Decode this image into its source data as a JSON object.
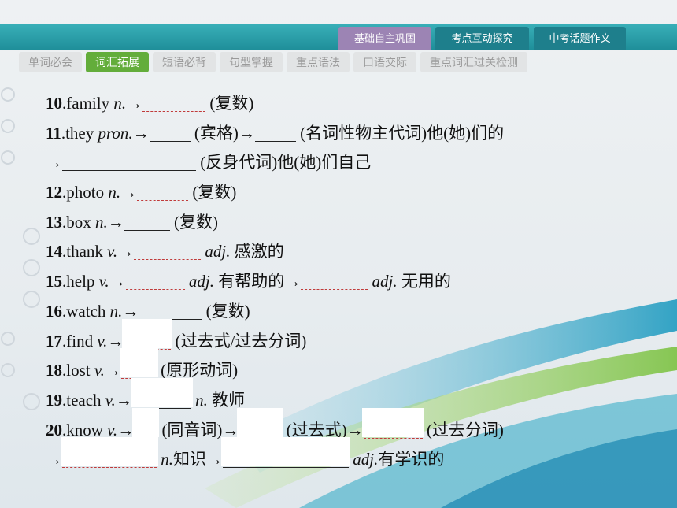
{
  "header": {
    "tabs": [
      "基础自主巩固",
      "考点互动探究",
      "中考话题作文"
    ]
  },
  "subnav": [
    "单词必会",
    "词汇拓展",
    "短语必背",
    "句型掌握",
    "重点语法",
    "口语交际",
    "重点词汇过关检测"
  ],
  "colors": {
    "topbar": "#1f8f9a",
    "active_tab": "#9c84b4",
    "active_pill": "#63ad3b"
  },
  "lines": {
    "l10": {
      "num": "10",
      "word": ".family ",
      "pos": "n.",
      "a": "→",
      "b": " (复数)"
    },
    "l11": {
      "num": "11",
      "word": ".they ",
      "pos": "pron.",
      "a": "→",
      "b": " (宾格)→",
      "c": " (名词性物主代词)他(她)们的"
    },
    "l11b": {
      "a": "→",
      "b": " (反身代词)他(她)们自己"
    },
    "l12": {
      "num": "12",
      "word": ".photo ",
      "pos": "n.",
      "a": "→",
      "b": " (复数)"
    },
    "l13": {
      "num": "13",
      "word": ".box ",
      "pos": "n.",
      "a": "→",
      "b": " (复数)"
    },
    "l14": {
      "num": "14",
      "word": ".thank ",
      "pos": "v.",
      "a": "→",
      "pos2": " adj.",
      "b": " 感激的"
    },
    "l15": {
      "num": "15",
      "word": ".help ",
      "pos": "v.",
      "a": "→",
      "pos2": " adj.",
      "b": " 有帮助的→",
      "pos3": " adj.",
      "c": " 无用的"
    },
    "l16": {
      "num": "16",
      "word": ".watch ",
      "pos": "n.",
      "a": "→",
      "b": " (复数)"
    },
    "l17": {
      "num": "17",
      "word": ".find ",
      "pos": "v.",
      "a": "→",
      "b": " (过去式/过去分词)"
    },
    "l18": {
      "num": "18",
      "word": ".lost ",
      "pos": "v.",
      "a": "→",
      "b": " (原形动词)"
    },
    "l19": {
      "num": "19",
      "word": ".teach ",
      "pos": "v.",
      "a": "→",
      "pos2": " n.",
      "b": " 教师"
    },
    "l20": {
      "num": "20",
      "word": ".know ",
      "pos": "v.",
      "a": "→",
      "b": " (同音词)→",
      "c": " (过去式)→",
      "d": " (过去分词)"
    },
    "l20b": {
      "a": "→",
      "pos2": " n.",
      "b": "知识→",
      "pos3": " adj.",
      "c": "有学识的"
    }
  }
}
